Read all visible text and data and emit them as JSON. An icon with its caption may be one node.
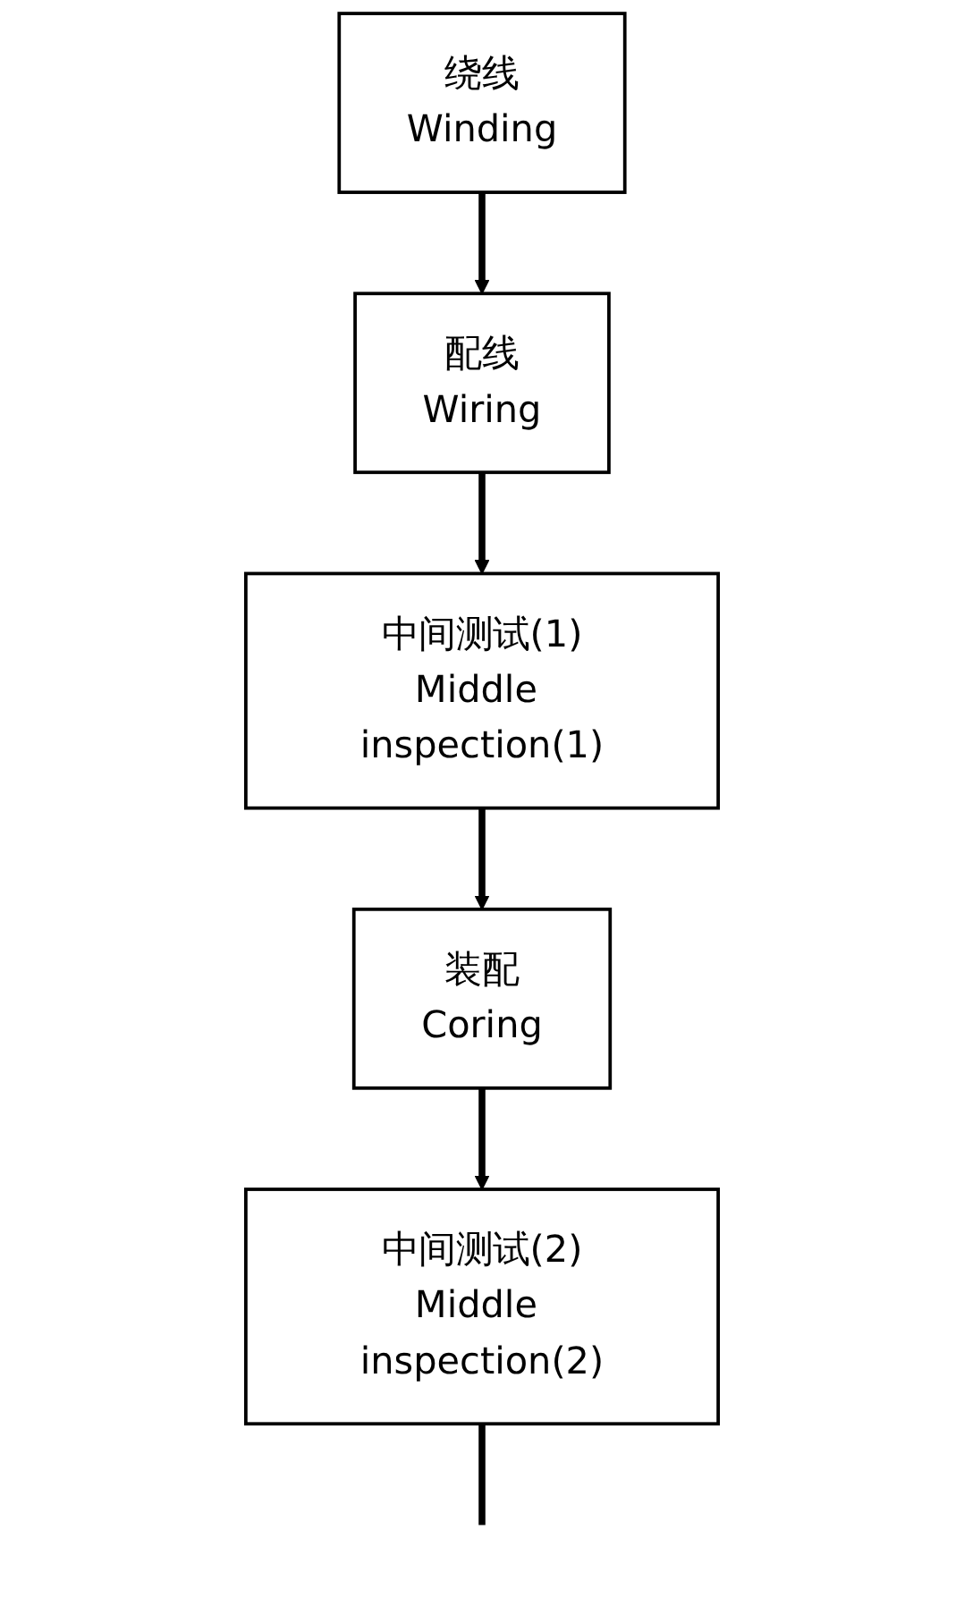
{
  "diagram": {
    "nodes": [
      {
        "text": [
          "绕线",
          "Winding"
        ]
      },
      {
        "text": [
          "配线",
          "Wiring"
        ]
      },
      {
        "text": [
          "中间测试(1)",
          "Middle inspection(1)"
        ]
      },
      {
        "text": [
          "装配",
          "Coring"
        ]
      },
      {
        "text": [
          "中间测试(2)",
          "Middle inspection(2)"
        ]
      }
    ],
    "edges": [
      {
        "from": 0,
        "to": 1,
        "arrow": "to"
      },
      {
        "from": 1,
        "to": 2,
        "arrow": "to"
      },
      {
        "from": 2,
        "to": 3,
        "arrow": "to"
      },
      {
        "from": 3,
        "to": 4,
        "arrow": "to"
      },
      {
        "from": 4,
        "to": null,
        "arrow": "none"
      }
    ]
  }
}
